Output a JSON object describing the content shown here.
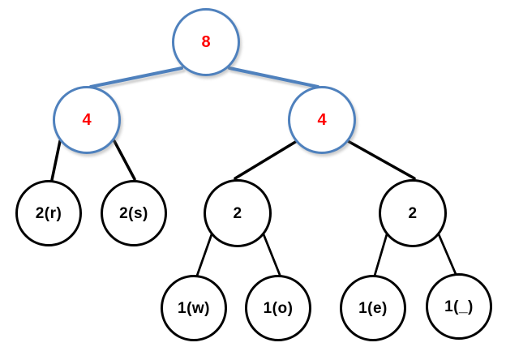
{
  "colors": {
    "highlight_blue": "#4f81bd",
    "count_red": "#ff0000",
    "node_black": "#000000",
    "background": "#ffffff"
  },
  "tree": {
    "type": "binary-tree",
    "nodes": [
      {
        "id": "8-root",
        "label": "8",
        "highlighted": true,
        "text_color": "red"
      },
      {
        "id": "4-left",
        "label": "4",
        "highlighted": true,
        "text_color": "red"
      },
      {
        "id": "4-right",
        "label": "4",
        "highlighted": true,
        "text_color": "red"
      },
      {
        "id": "2-r",
        "label": "2(r)",
        "highlighted": false,
        "text_color": "black"
      },
      {
        "id": "2-s",
        "label": "2(s)",
        "highlighted": false,
        "text_color": "black"
      },
      {
        "id": "2-mid-left",
        "label": "2",
        "highlighted": false,
        "text_color": "black"
      },
      {
        "id": "2-mid-right",
        "label": "2",
        "highlighted": false,
        "text_color": "black"
      },
      {
        "id": "1-w",
        "label": "1(w)",
        "highlighted": false,
        "text_color": "black"
      },
      {
        "id": "1-o",
        "label": "1(o)",
        "highlighted": false,
        "text_color": "black"
      },
      {
        "id": "1-e",
        "label": "1(e)",
        "highlighted": false,
        "text_color": "black"
      },
      {
        "id": "1-underscore",
        "label": "1(_)",
        "highlighted": false,
        "text_color": "black"
      }
    ],
    "edges": [
      {
        "from": "8-root",
        "to": "4-left",
        "style": "blue"
      },
      {
        "from": "8-root",
        "to": "4-right",
        "style": "blue"
      },
      {
        "from": "4-left",
        "to": "2-r",
        "style": "black"
      },
      {
        "from": "4-left",
        "to": "2-s",
        "style": "black"
      },
      {
        "from": "4-right",
        "to": "2-mid-left",
        "style": "black"
      },
      {
        "from": "4-right",
        "to": "2-mid-right",
        "style": "black"
      },
      {
        "from": "2-mid-left",
        "to": "1-w",
        "style": "black"
      },
      {
        "from": "2-mid-left",
        "to": "1-o",
        "style": "black"
      },
      {
        "from": "2-mid-right",
        "to": "1-e",
        "style": "black"
      },
      {
        "from": "2-mid-right",
        "to": "1-underscore",
        "style": "black"
      }
    ]
  }
}
